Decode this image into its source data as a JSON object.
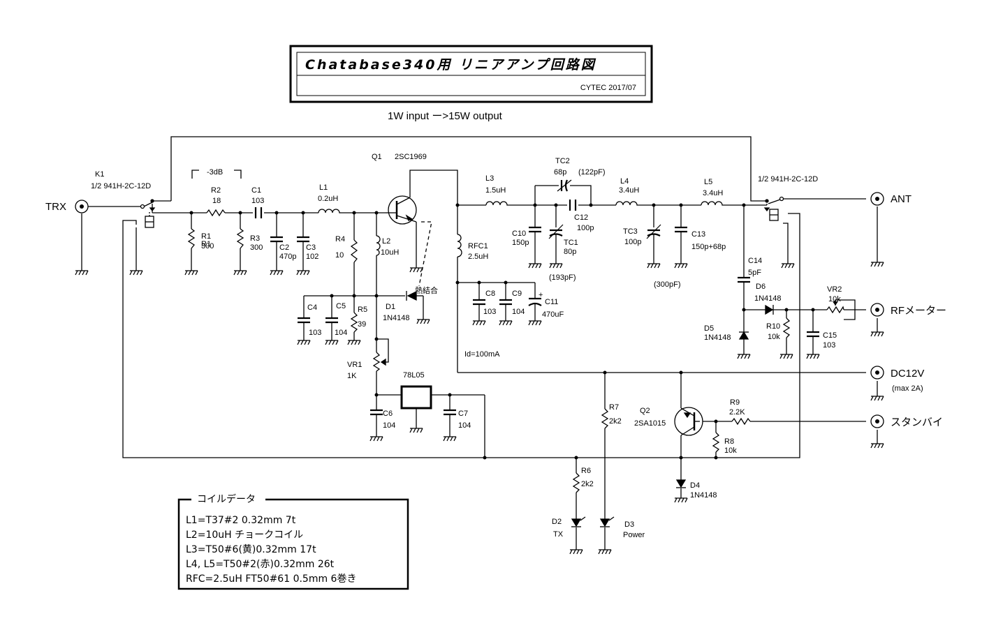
{
  "title": {
    "main": "Chatabase340用 リニアアンプ回路図",
    "author": "CYTEC 2017/07",
    "subtitle": "1W input ー>15W output"
  },
  "terminals": {
    "trx": "TRX",
    "ant": "ANT",
    "rf_meter": "RFメーター",
    "dc12v": "DC12V",
    "dc12v_note": "(max 2A)",
    "standby": "スタンバイ"
  },
  "attenuator_note": "-3dB",
  "relay_in": {
    "ref": "K1",
    "part": "1/2 941H-2C-12D"
  },
  "relay_out": {
    "part": "1/2 941H-2C-12D"
  },
  "components": {
    "R1": {
      "ref": "R1",
      "value": "300"
    },
    "R2": {
      "ref": "R2",
      "value": "18"
    },
    "R3": {
      "ref": "R3",
      "value": "300"
    },
    "C1": {
      "ref": "C1",
      "value": "103"
    },
    "C2": {
      "ref": "C2",
      "value": "470p"
    },
    "C3": {
      "ref": "C3",
      "value": "102"
    },
    "L1": {
      "ref": "L1",
      "value": "0.2uH"
    },
    "R4": {
      "ref": "R4",
      "value": "10"
    },
    "L2": {
      "ref": "L2",
      "value": "10uH"
    },
    "Q1": {
      "ref": "Q1",
      "value": "2SC1969"
    },
    "C4": {
      "ref": "C4",
      "value": "103"
    },
    "C5": {
      "ref": "C5",
      "value": "104"
    },
    "R5": {
      "ref": "R5",
      "value": "39"
    },
    "D1": {
      "ref": "D1",
      "value": "1N4148"
    },
    "thermal": "熱結合",
    "VR1": {
      "ref": "VR1",
      "value": "1K"
    },
    "U1": {
      "ref": "78L05"
    },
    "C6": {
      "ref": "C6",
      "value": "104"
    },
    "C7": {
      "ref": "C7",
      "value": "104"
    },
    "RFC1": {
      "ref": "RFC1",
      "value": "2.5uH"
    },
    "C8": {
      "ref": "C8",
      "value": "103"
    },
    "C9": {
      "ref": "C9",
      "value": "104"
    },
    "C11": {
      "ref": "C11",
      "value": "470uF"
    },
    "id_note": "Id=100mA",
    "L3": {
      "ref": "L3",
      "value": "1.5uH"
    },
    "TC2": {
      "ref": "TC2",
      "value": "68p",
      "note": "(122pF)"
    },
    "C10": {
      "ref": "C10",
      "value": "150p"
    },
    "TC1": {
      "ref": "TC1",
      "value": "80p",
      "note": "(193pF)"
    },
    "C12": {
      "ref": "C12",
      "value": "100p"
    },
    "L4": {
      "ref": "L4",
      "value": "3.4uH"
    },
    "TC3": {
      "ref": "TC3",
      "value": "100p",
      "note": "(300pF)"
    },
    "C13": {
      "ref": "C13",
      "value": "150p+68p"
    },
    "L5": {
      "ref": "L5",
      "value": "3.4uH"
    },
    "C14": {
      "ref": "C14",
      "value": "5pF"
    },
    "D6": {
      "ref": "D6",
      "value": "1N4148"
    },
    "D5": {
      "ref": "D5",
      "value": "1N4148"
    },
    "VR2": {
      "ref": "VR2",
      "value": "10k"
    },
    "R10": {
      "ref": "R10",
      "value": "10k"
    },
    "C15": {
      "ref": "C15",
      "value": "103"
    },
    "R7": {
      "ref": "R7",
      "value": "2k2"
    },
    "Q2": {
      "ref": "Q2",
      "value": "2SA1015"
    },
    "R9": {
      "ref": "R9",
      "value": "2.2K"
    },
    "R8": {
      "ref": "R8",
      "value": "10k"
    },
    "R6": {
      "ref": "R6",
      "value": "2k2"
    },
    "D4": {
      "ref": "D4",
      "value": "1N4148"
    },
    "D2": {
      "ref": "D2",
      "value": "TX"
    },
    "D3": {
      "ref": "D3",
      "value": "Power"
    }
  },
  "coil_data": {
    "heading": "コイルデータ",
    "lines": [
      "L1=T37#2 0.32mm 7t",
      "L2=10uH チョークコイル",
      "L3=T50#6(黄)0.32mm 17t",
      "L4, L5=T50#2(赤)0.32mm 26t",
      "RFC=2.5uH FT50#61 0.5mm 6巻き"
    ]
  }
}
